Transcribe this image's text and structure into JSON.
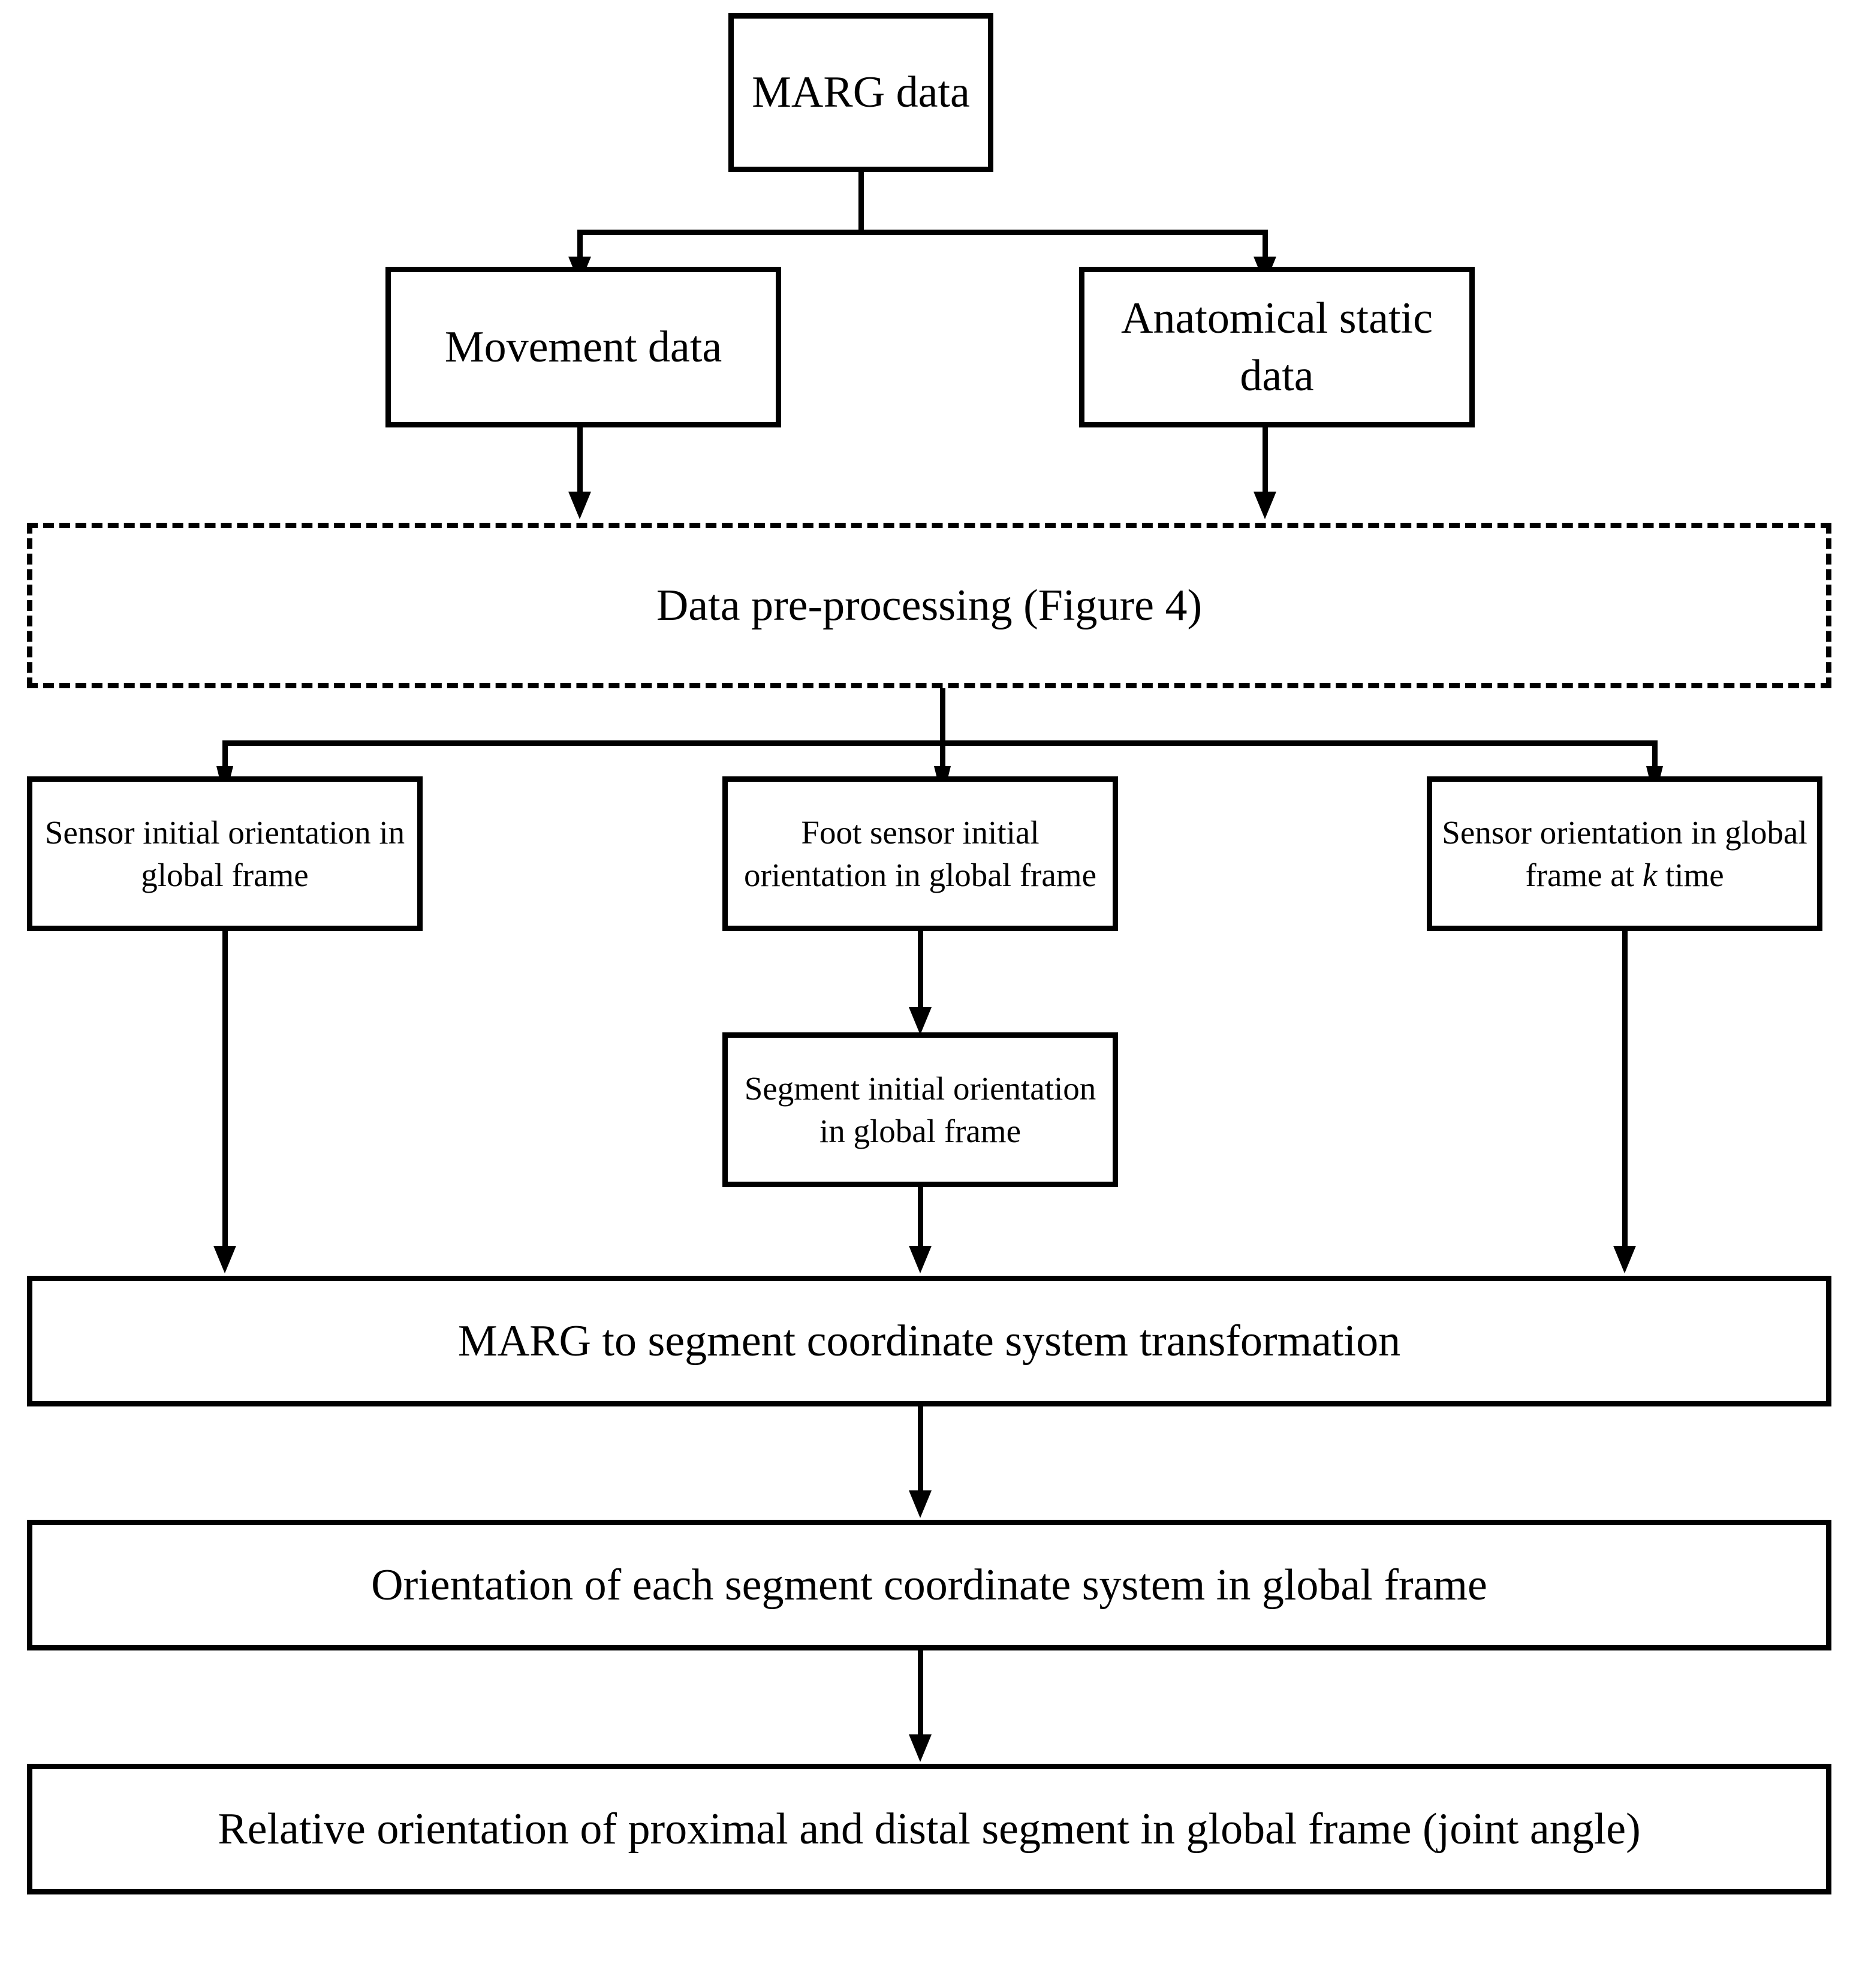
{
  "figure": {
    "title": "MARG data processing flowchart",
    "background": "#ffffff",
    "stroke": "#000000"
  },
  "nodes": {
    "marg_data": "MARG data",
    "movement_data": "Movement data",
    "anatomical_static_data": "Anatomical static data",
    "data_preprocessing": "Data pre-processing (Figure 4)",
    "sensor_initial_orientation": "Sensor initial orientation in global frame",
    "foot_sensor_initial_orientation": "Foot sensor initial orientation in global frame",
    "sensor_orientation_k_part1": "Sensor orientation in global frame at ",
    "sensor_orientation_k_var": "k",
    "sensor_orientation_k_part2": " time",
    "segment_initial_orientation": "Segment initial orientation in global frame",
    "marg_to_segment": "MARG to segment coordinate system transformation",
    "orientation_each_segment": "Orientation of each segment coordinate system in global frame",
    "relative_orientation": "Relative orientation of proximal and distal segment in global frame (joint angle)"
  },
  "edges": [
    {
      "from": "marg_data",
      "to": "movement_data"
    },
    {
      "from": "marg_data",
      "to": "anatomical_static_data"
    },
    {
      "from": "movement_data",
      "to": "data_preprocessing"
    },
    {
      "from": "anatomical_static_data",
      "to": "data_preprocessing"
    },
    {
      "from": "data_preprocessing",
      "to": "sensor_initial_orientation"
    },
    {
      "from": "data_preprocessing",
      "to": "foot_sensor_initial_orientation"
    },
    {
      "from": "data_preprocessing",
      "to": "sensor_orientation_k"
    },
    {
      "from": "foot_sensor_initial_orientation",
      "to": "segment_initial_orientation"
    },
    {
      "from": "sensor_initial_orientation",
      "to": "marg_to_segment"
    },
    {
      "from": "segment_initial_orientation",
      "to": "marg_to_segment"
    },
    {
      "from": "sensor_orientation_k",
      "to": "marg_to_segment"
    },
    {
      "from": "marg_to_segment",
      "to": "orientation_each_segment"
    },
    {
      "from": "orientation_each_segment",
      "to": "relative_orientation"
    }
  ]
}
